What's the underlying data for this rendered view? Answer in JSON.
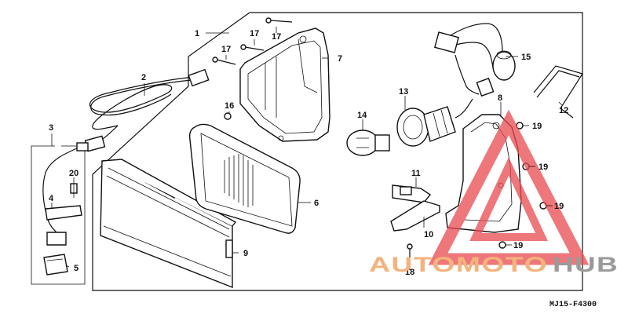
{
  "watermark": {
    "part1": "AUTOMOTO",
    "part2": "HUB",
    "color_part1": "#f3b37d",
    "color_part2": "#9a9a9a",
    "triangle_color": "#e94a4f"
  },
  "diagram_code": "MJ15-F4300",
  "callouts": [
    {
      "id": "c1",
      "text": "1"
    },
    {
      "id": "c2",
      "text": "2"
    },
    {
      "id": "c3",
      "text": "3"
    },
    {
      "id": "c4",
      "text": "4"
    },
    {
      "id": "c5",
      "text": "5"
    },
    {
      "id": "c6",
      "text": "6"
    },
    {
      "id": "c7",
      "text": "7"
    },
    {
      "id": "c8",
      "text": "8"
    },
    {
      "id": "c9",
      "text": "9"
    },
    {
      "id": "c10",
      "text": "10"
    },
    {
      "id": "c11",
      "text": "11"
    },
    {
      "id": "c12",
      "text": "12"
    },
    {
      "id": "c13",
      "text": "13"
    },
    {
      "id": "c14",
      "text": "14"
    },
    {
      "id": "c15",
      "text": "15"
    },
    {
      "id": "c16",
      "text": "16"
    },
    {
      "id": "c17a",
      "text": "17"
    },
    {
      "id": "c17b",
      "text": "17"
    },
    {
      "id": "c17c",
      "text": "17"
    },
    {
      "id": "c18",
      "text": "18"
    },
    {
      "id": "c19a",
      "text": "19"
    },
    {
      "id": "c19b",
      "text": "19"
    },
    {
      "id": "c19c",
      "text": "19"
    },
    {
      "id": "c19d",
      "text": "19"
    },
    {
      "id": "c20",
      "text": "20"
    }
  ]
}
